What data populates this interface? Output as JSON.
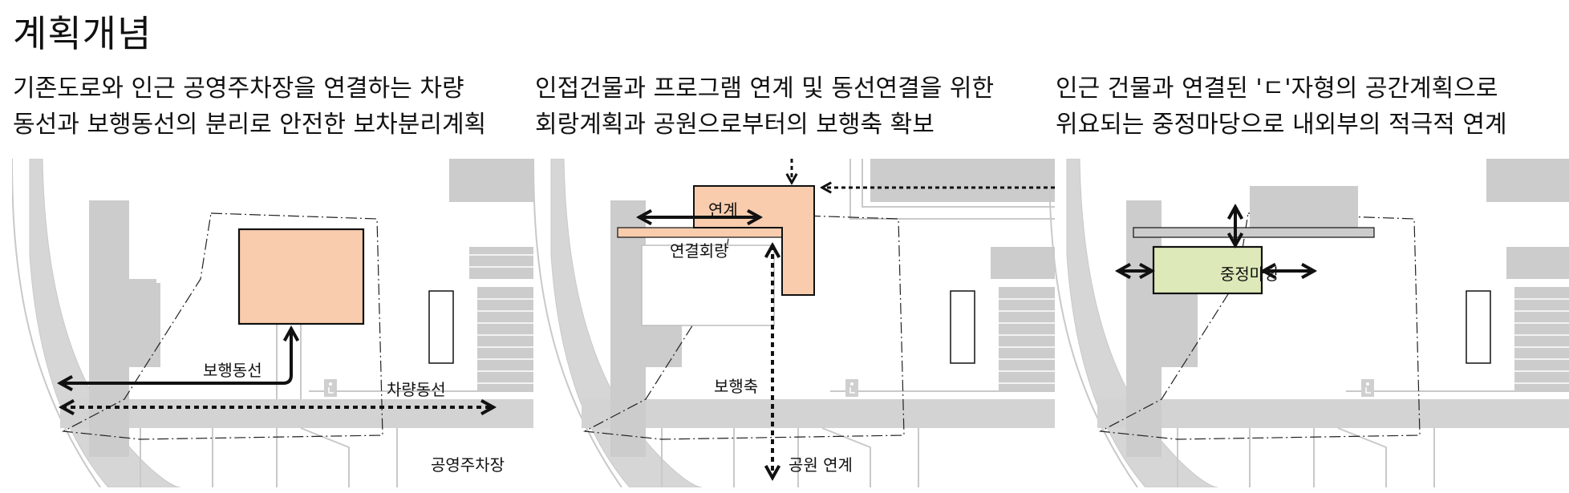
{
  "title": "계획개념",
  "panels": [
    {
      "desc_line1": "기존도로와 인근 공영주차장을 연결하는 차량",
      "desc_line2": "동선과 보행동선의 분리로 안전한 보차분리계획",
      "labels": {
        "pedestrian": "보행동선",
        "vehicle": "차량동선",
        "parking": "공영주차장"
      }
    },
    {
      "desc_line1": "인접건물과 프로그램 연계 및 동선연결을 위한",
      "desc_line2": "회랑계획과 공원으로부터의 보행축 확보",
      "labels": {
        "link": "연계",
        "corridor": "연결회랑",
        "axis": "보행축",
        "park": "공원 연계"
      }
    },
    {
      "desc_line1": "인근 건물과 연결된 'ㄷ'자형의 공간계획으로",
      "desc_line2": "위요되는 중정마당으로 내외부의 적극적 연계",
      "labels": {
        "courtyard": "중정마당"
      }
    }
  ],
  "colors": {
    "gray_block": "#cccccc",
    "road_edge": "#c9c9c9",
    "building_orange": "#f8ccad",
    "courtyard_green": "#dde9b8",
    "line": "#111111"
  },
  "icons": [
    "accessible-parking-icon",
    "arrow-double-icon",
    "arrow-dotted-icon"
  ]
}
